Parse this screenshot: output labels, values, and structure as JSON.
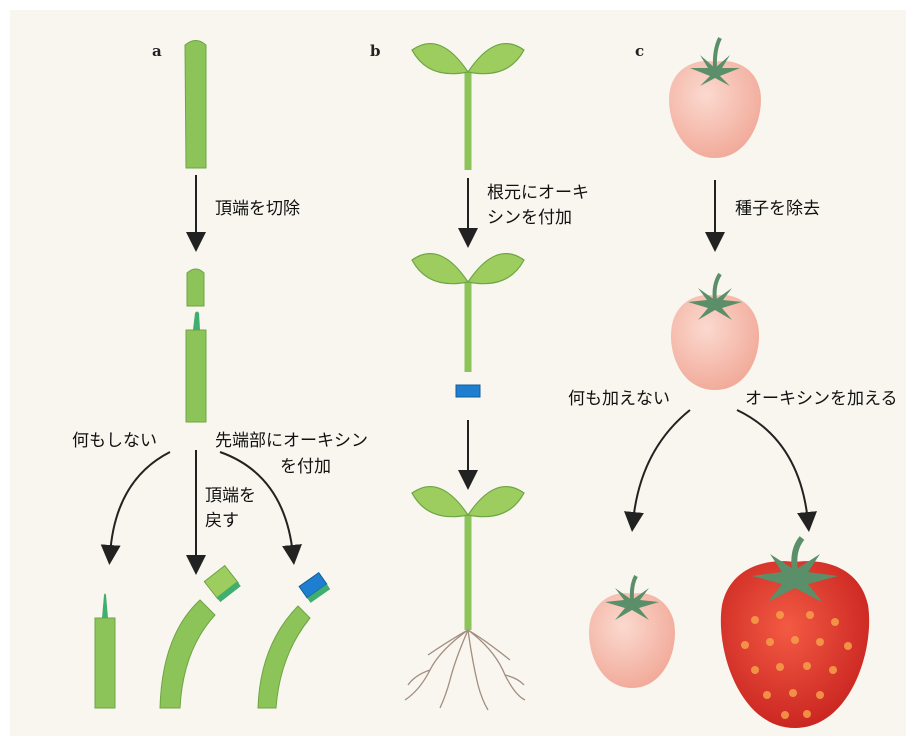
{
  "panels": {
    "a": {
      "letter": "a",
      "step1_label": "頂端を切除",
      "branch_left_label": "何もしない",
      "branch_middle_line1": "頂端を",
      "branch_middle_line2": "戻す",
      "branch_right_line1": "先端部にオーキシン",
      "branch_right_line2": "を付加"
    },
    "b": {
      "letter": "b",
      "step1_line1": "根元にオーキ",
      "step1_line2": "シンを付加"
    },
    "c": {
      "letter": "c",
      "step1_label": "種子を除去",
      "branch_left_label": "何も加えない",
      "branch_right_label": "オーキシンを加える"
    }
  },
  "colors": {
    "background": "#f8f6ee",
    "stem_green": "#8cc45a",
    "leaf_green": "#9ccd5e",
    "auxin_blue": "#1e7fd0",
    "strawberry_pink": "#f4b4a6",
    "strawberry_red": "#de2b24",
    "arrow": "#222222"
  }
}
